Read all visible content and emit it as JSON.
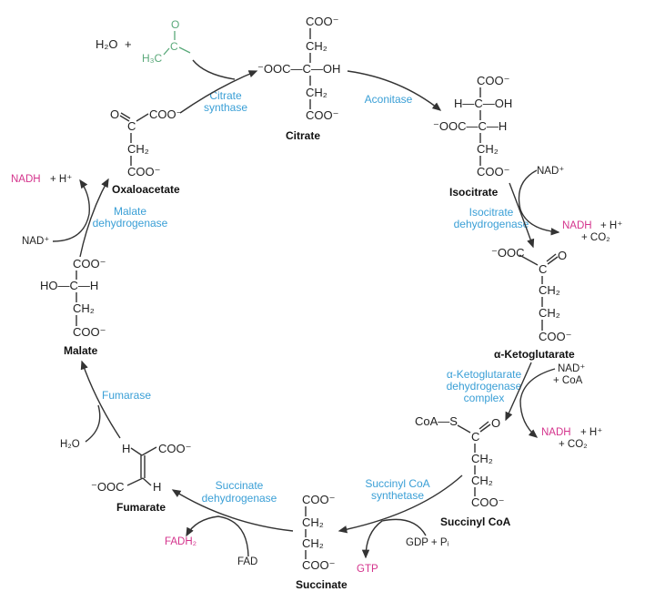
{
  "acetyl": {
    "o": "O",
    "c": "C",
    "h3c": "H₃C",
    "water": "H₂O",
    "plus": "+"
  },
  "citrate": {
    "top": "COO⁻",
    "ch2a": "CH₂",
    "mid": "⁻OOC—C—OH",
    "ch2b": "CH₂",
    "bottom": "COO⁻",
    "name": "Citrate"
  },
  "isocitrate": {
    "top": "COO⁻",
    "row1": "H—C—OH",
    "row2": "⁻OOC—C—H",
    "ch2": "CH₂",
    "bottom": "COO⁻",
    "name": "Isocitrate"
  },
  "aketoglutarate": {
    "ooc": "⁻OOC",
    "c": "C",
    "o": "O",
    "ch2a": "CH₂",
    "ch2b": "CH₂",
    "bottom": "COO⁻",
    "name": "α-Ketoglutarate"
  },
  "succinylcoa": {
    "coas": "CoA—S",
    "c": "C",
    "o": "O",
    "ch2a": "CH₂",
    "ch2b": "CH₂",
    "bottom": "COO⁻",
    "name": "Succinyl CoA"
  },
  "succinate": {
    "top": "COO⁻",
    "ch2a": "CH₂",
    "ch2b": "CH₂",
    "bottom": "COO⁻",
    "name": "Succinate"
  },
  "fumarate": {
    "h1": "H",
    "coo": "COO⁻",
    "ooc": "⁻OOC",
    "h2": "H",
    "name": "Fumarate"
  },
  "malate": {
    "top": "COO⁻",
    "row": "HO—C—H",
    "ch2": "CH₂",
    "bottom": "COO⁻",
    "name": "Malate"
  },
  "oxaloacetate": {
    "o": "O",
    "c": "C",
    "coo": "COO⁻",
    "ch2": "CH₂",
    "bottom": "COO⁻",
    "name": "Oxaloacetate"
  },
  "enzymes": {
    "citrate_synthase": [
      "Citrate",
      "synthase"
    ],
    "aconitase": [
      "Aconitase"
    ],
    "isocitrate_dh": [
      "Isocitrate",
      "dehydrogenase"
    ],
    "akg_dh": [
      "α-Ketoglutarate",
      "dehydrogenase",
      "complex"
    ],
    "succinyl_coa_synthetase": [
      "Succinyl CoA",
      "synthetase"
    ],
    "succinate_dh": [
      "Succinate",
      "dehydrogenase"
    ],
    "fumarase": [
      "Fumarase"
    ],
    "malate_dh": [
      "Malate",
      "dehydrogenase"
    ]
  },
  "cofactors": {
    "malate_nadh": "NADH",
    "malate_h": "+  H⁺",
    "malate_nad": "NAD⁺",
    "icd_nad": "NAD⁺",
    "icd_nadh": "NADH",
    "icd_h": "+  H⁺",
    "icd_co2": "+  CO₂",
    "akg_nad": "NAD⁺",
    "akg_coa": "+  CoA",
    "akg_nadh": "NADH",
    "akg_h": "+  H⁺",
    "akg_co2": "+  CO₂",
    "gdp": "GDP  +  Pᵢ",
    "gtp": "GTP",
    "fad": "FAD",
    "fadh2": "FADH₂",
    "fum_h2o": "H₂O"
  },
  "colors": {
    "enzyme": "#3a9fd6",
    "energy": "#d4338c",
    "acetyl": "#5aa97a"
  }
}
